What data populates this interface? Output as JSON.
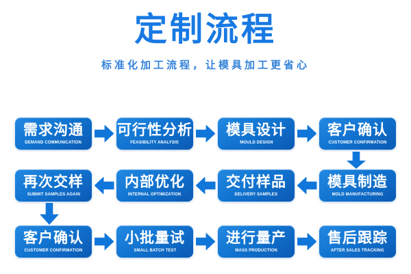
{
  "page": {
    "title": "定制流程",
    "subtitle": "标准化加工流程，让模具加工更省心"
  },
  "colors": {
    "title": "#1879e3",
    "subtitle": "#3583d9",
    "box_top": "#2389e2",
    "box_bottom": "#0b5ab4",
    "arrow": "#1176d9",
    "background": "#ffffff",
    "text_on_box": "#ffffff"
  },
  "flow": {
    "rows": [
      {
        "direction": "right",
        "steps": [
          {
            "zh": "需求沟通",
            "en": "DEMAND COMMUNICATION"
          },
          {
            "zh": "可行性分析",
            "en": "FEASIBILITY ANALYSIS"
          },
          {
            "zh": "模具设计",
            "en": "MOULD DESIGN"
          },
          {
            "zh": "客户确认",
            "en": "CUSTOMER CONFIRMATION"
          }
        ]
      },
      {
        "direction": "left",
        "steps": [
          {
            "zh": "再次交样",
            "en": "SUBMIT SAMPLES AGAIN"
          },
          {
            "zh": "内部优化",
            "en": "INTERNAL OPTIMIZATION"
          },
          {
            "zh": "交付样品",
            "en": "DELIVERY SAMPLES"
          },
          {
            "zh": "模具制造",
            "en": "MOLD MANUFACTURING"
          }
        ]
      },
      {
        "direction": "right",
        "steps": [
          {
            "zh": "客户确认",
            "en": "CUSTOMER CONFIRMATION"
          },
          {
            "zh": "小批量试",
            "en": "SMALL BATCH TEST"
          },
          {
            "zh": "进行量产",
            "en": "MASS PRODUCTION"
          },
          {
            "zh": "售后跟踪",
            "en": "AFTER SALES TRACKING"
          }
        ]
      }
    ]
  }
}
